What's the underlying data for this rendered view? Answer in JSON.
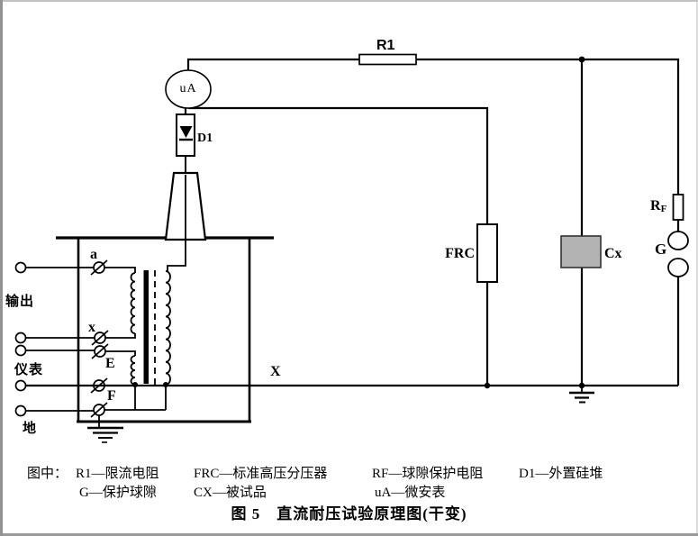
{
  "colors": {
    "ink": "#000000",
    "cx_fill": "#b3b3b3"
  },
  "labels": {
    "ua": "uA",
    "d1": "D1",
    "r1": "R1",
    "frc": "FRC",
    "cx": "Cx",
    "rf_r": "R",
    "rf_f": "F",
    "g": "G",
    "x_line": "X",
    "tap_a": "a",
    "tap_x": "x",
    "tap_e": "E",
    "tap_f": "F",
    "output": "输出",
    "meter": "仪表",
    "ground": "地"
  },
  "caption": {
    "prefix": "图中：",
    "r1": "R1—限流电阻",
    "frc": "FRC—标准高压分压器",
    "rf": "RF—球隙保护电阻",
    "d1": "D1—外置硅堆",
    "g": "G—保护球隙",
    "cx": "CX—被试品",
    "ua": "uA—微安表"
  },
  "title": "图 5　直流耐压试验原理图(干变)"
}
